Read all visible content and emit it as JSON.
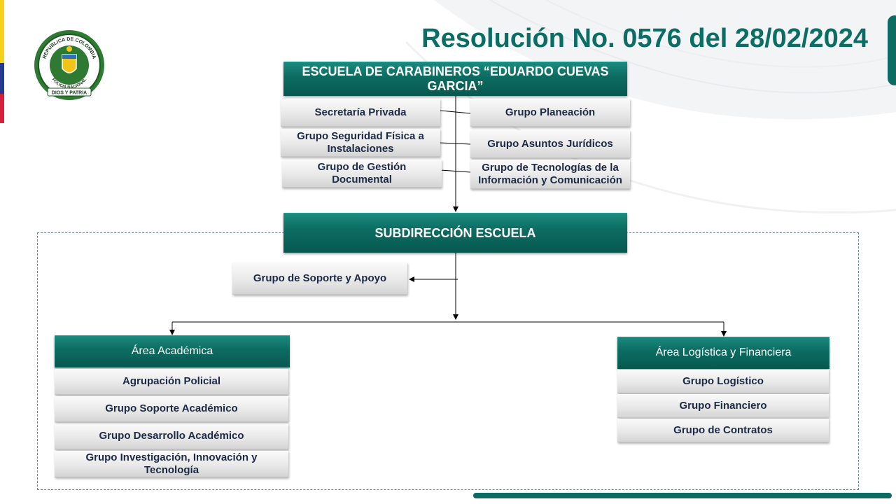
{
  "header": {
    "title": "Resolución No. 0576 del 28/02/2024",
    "seal_text_top": "REPUBLICA DE COLOMBIA",
    "seal_text_mid": "POLICIA NACIONAL",
    "seal_text_bottom": "DIOS Y PATRIA"
  },
  "colors": {
    "primary_green": "#0b6e65",
    "box_grey": "#e6e6e6",
    "text_dark": "#1d2a44",
    "flag_yellow": "#f7d117",
    "flag_blue": "#233a8f",
    "flag_red": "#d3203b"
  },
  "org": {
    "top": "ESCUELA DE CARABINEROS “EDUARDO CUEVAS GARCIA”",
    "staff_left": [
      "Secretaría Privada",
      "Grupo Seguridad Física a Instalaciones",
      "Grupo de Gestión Documental"
    ],
    "staff_right": [
      "Grupo Planeación",
      "Grupo Asuntos Jurídicos",
      "Grupo de Tecnologías de la Información y Comunicación"
    ],
    "sub": "SUBDIRECCIÓN ESCUELA",
    "support": "Grupo de Soporte y Apoyo",
    "academic": {
      "title": "Área Académica",
      "items": [
        "Agrupación Policial",
        "Grupo Soporte Académico",
        "Grupo Desarrollo Académico",
        "Grupo Investigación, Innovación y Tecnología"
      ]
    },
    "logistics": {
      "title": "Área Logística y Financiera",
      "items": [
        "Grupo Logístico",
        "Grupo Financiero",
        "Grupo de Contratos"
      ]
    }
  }
}
